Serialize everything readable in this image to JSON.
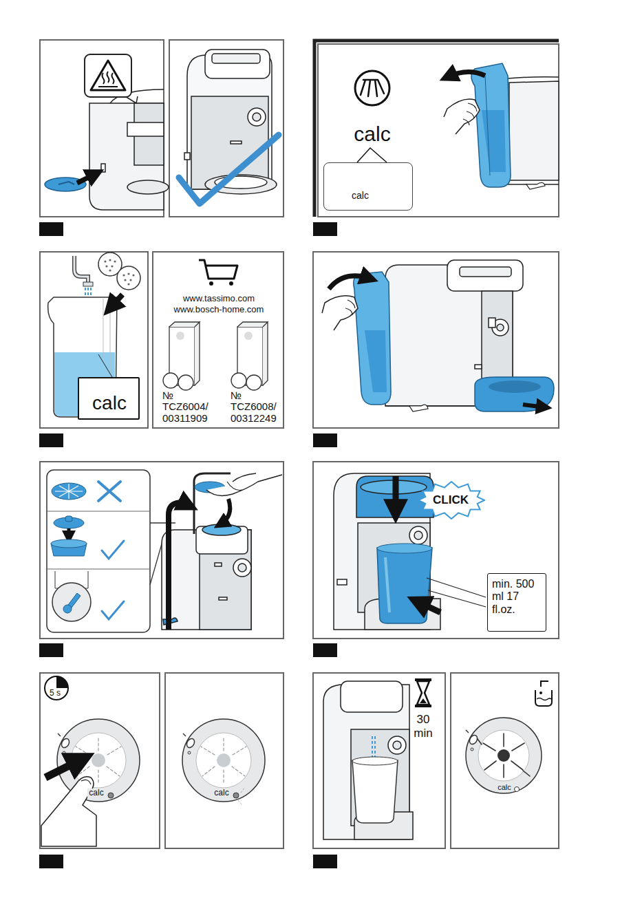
{
  "diagram": {
    "nodes": [
      {
        "text": [
          "calc"
        ]
      },
      {
        "text": [
          "calc"
        ]
      },
      {
        "text": [
          "CLICK"
        ]
      },
      {
        "text": [
          "min. 500 ml 17 fl.oz."
        ]
      }
    ],
    "labels": [
      "calc",
      "www.tassimo.com",
      "www.bosch-home.com",
      "№",
      "TCZ6004/ 00311909",
      "№",
      "TCZ6008/ 00312249",
      "5 s",
      "calc",
      "calc",
      "30 min",
      "calc"
    ]
  }
}
